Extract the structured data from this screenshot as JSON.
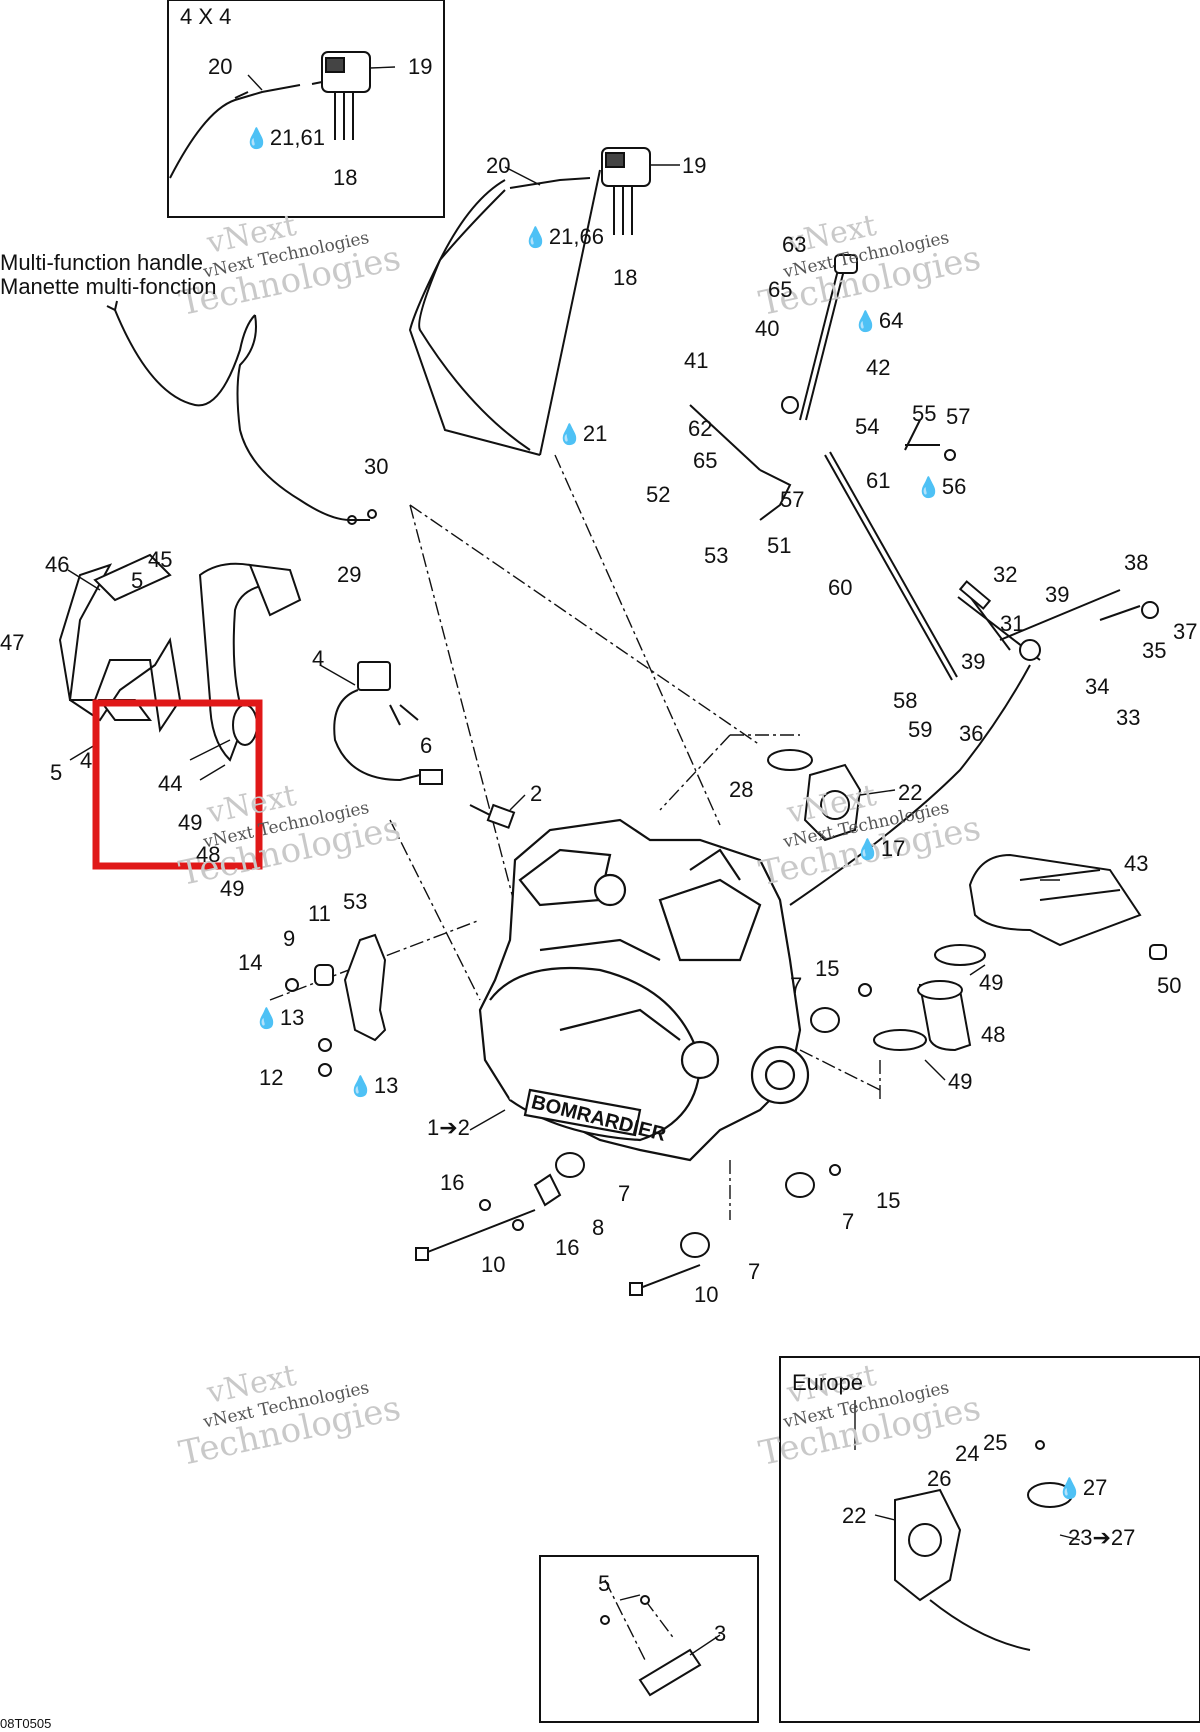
{
  "inset_4x4": {
    "title": "4 X 4",
    "labels": [
      "20",
      "19",
      "21,61",
      "18"
    ]
  },
  "inset_europe": {
    "title": "Europe",
    "labels": [
      "24",
      "25",
      "26",
      "27",
      "22",
      "23➔27"
    ]
  },
  "inset_small": {
    "labels": [
      "5",
      "3"
    ]
  },
  "handle_caption": {
    "line1": "Multi-function handle",
    "line2": "Manette multi-fonction"
  },
  "watermark": {
    "line1": "vNext",
    "line2": "vNext Technologies",
    "line3": "Technologies"
  },
  "diagram_code": "08T0505",
  "highlight_color": "#e01818",
  "drop_icon": "oil-drop-icon",
  "labels": {
    "l20": "20",
    "l19": "19",
    "l21_66": "21,66",
    "l18": "18",
    "l63": "63",
    "l65a": "65",
    "l64": "64",
    "l40": "40",
    "l41": "41",
    "l42": "42",
    "l62": "62",
    "l54": "54",
    "l55": "55",
    "l57a": "57",
    "l65b": "65",
    "l61": "61",
    "l56": "56",
    "l57b": "57",
    "l52": "52",
    "l53a": "53",
    "l51": "51",
    "l21": "21",
    "l30": "30",
    "l29": "29",
    "l60": "60",
    "l32": "32",
    "l38": "38",
    "l39a": "39",
    "l31": "31",
    "l37": "37",
    "l35": "35",
    "l39b": "39",
    "l34": "34",
    "l58": "58",
    "l59": "59",
    "l36": "36",
    "l33": "33",
    "l46": "46",
    "l45": "45",
    "l5a": "5",
    "l47": "47",
    "l4a": "4",
    "l5b": "5",
    "l44": "44",
    "l49a": "49",
    "l48a": "48",
    "l49b": "49",
    "l4b": "4",
    "l6": "6",
    "l2": "2",
    "l28": "28",
    "l22": "22",
    "l17": "17",
    "l43": "43",
    "l11": "11",
    "l53b": "53",
    "l9": "9",
    "l14": "14",
    "l13a": "13",
    "l12": "12",
    "l13b": "13",
    "l7a": "7",
    "l15a": "15",
    "l49c": "49",
    "l50": "50",
    "l48b": "48",
    "l49d": "49",
    "l1_2": "1➔2",
    "l16a": "16",
    "l7b": "7",
    "l8": "8",
    "l16b": "16",
    "l10a": "10",
    "l7c": "7",
    "l15b": "15",
    "l10b": "10",
    "l7d": "7"
  }
}
